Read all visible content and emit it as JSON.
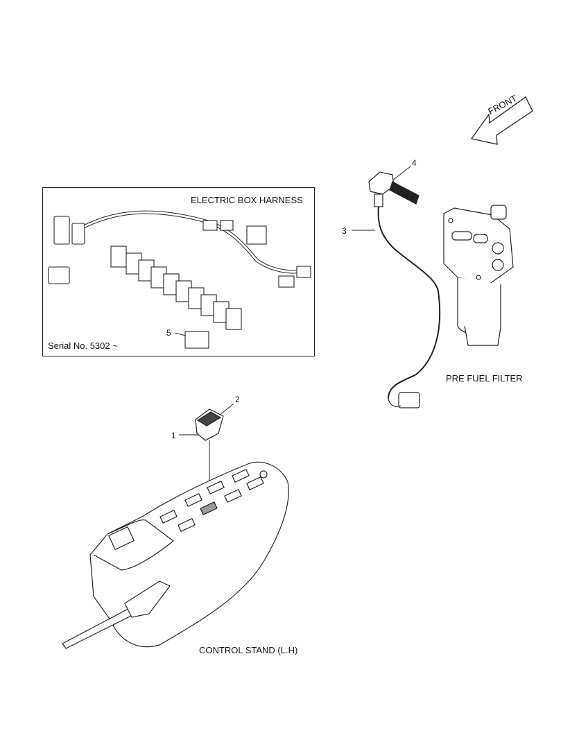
{
  "front_arrow": {
    "text": "FRONT"
  },
  "inset": {
    "title": "ELECTRIC BOX HARNESS",
    "serial": "Serial No. 5302 ~"
  },
  "labels": {
    "pre_fuel_filter": "PRE FUEL FILTER",
    "control_stand": "CONTROL STAND (L.H)"
  },
  "callouts": [
    "1",
    "2",
    "3",
    "4",
    "5"
  ]
}
